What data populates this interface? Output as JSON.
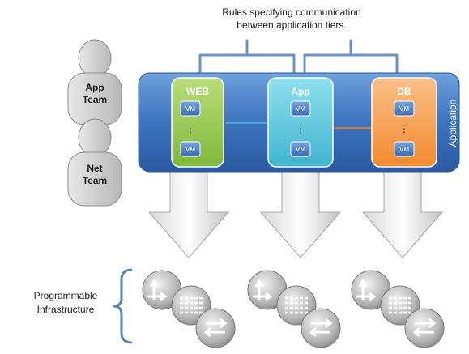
{
  "rules_caption": {
    "line1": "Rules specifying communication",
    "line2": "between application tiers."
  },
  "teams": [
    {
      "line1": "App",
      "line2": "Team"
    },
    {
      "line1": "Net",
      "line2": "Team"
    }
  ],
  "application_label": "Application",
  "tiers": [
    {
      "title": "WEB",
      "vm_top": "VM",
      "vm_bottom": "VM",
      "color": "#8cc63f"
    },
    {
      "title": "App",
      "vm_top": "VM",
      "vm_bottom": "VM",
      "color": "#4fc3d9"
    },
    {
      "title": "DB",
      "vm_top": "VM",
      "vm_bottom": "VM",
      "color": "#f7963a"
    }
  ],
  "infrastructure_label": {
    "line1": "Programmable",
    "line2": "Infrastructure"
  },
  "infrastructure_icons": [
    "router-icon",
    "switch-icon",
    "firewall-icon"
  ],
  "colors": {
    "application_bar": "#3d74c0",
    "bracket": "#5a86b8",
    "person": "#c8c8c8"
  }
}
